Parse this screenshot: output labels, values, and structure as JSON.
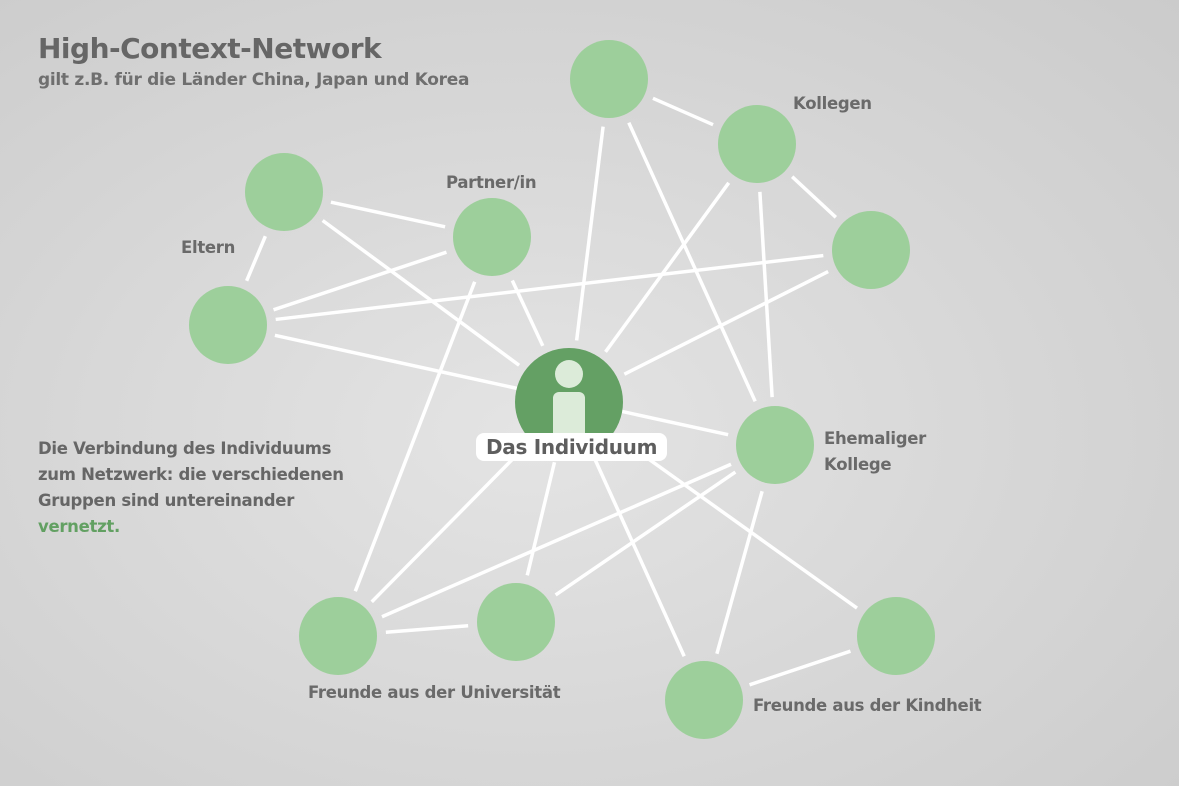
{
  "header": {
    "title": "High-Context-Network",
    "subtitle": "gilt z.B. für die Länder China, Japan und Korea"
  },
  "description": {
    "text": "Die Verbindung des Individuums zum Netzwerk: die verschiedenen Gruppen sind untereinander",
    "highlight": "vernetzt."
  },
  "center": {
    "label": "Das Individuum",
    "icon": "person-icon"
  },
  "labels": {
    "kollegen": "Kollegen",
    "partner": "Partner/in",
    "eltern": "Eltern",
    "ehemaliger_1": "Ehemaliger",
    "ehemaliger_2": "Kollege",
    "uni": "Freunde aus der Universität",
    "kindheit": "Freunde aus der Kindheit"
  },
  "colors": {
    "node": "#9dcf9b",
    "center": "#64a064",
    "person": "#dcebd9",
    "edge": "#ffffff",
    "highlight": "#62a062"
  },
  "edges": [
    [
      "A",
      "B"
    ],
    [
      "A",
      "X"
    ],
    [
      "A",
      "G"
    ],
    [
      "B",
      "C"
    ],
    [
      "B",
      "X"
    ],
    [
      "B",
      "G"
    ],
    [
      "C",
      "X"
    ],
    [
      "C",
      "F"
    ],
    [
      "D",
      "E"
    ],
    [
      "D",
      "X"
    ],
    [
      "D",
      "F"
    ],
    [
      "E",
      "F"
    ],
    [
      "E",
      "X"
    ],
    [
      "E",
      "H"
    ],
    [
      "F",
      "G"
    ],
    [
      "G",
      "H"
    ],
    [
      "G",
      "I"
    ],
    [
      "G",
      "J"
    ],
    [
      "X",
      "H"
    ],
    [
      "X",
      "I"
    ],
    [
      "X",
      "J"
    ],
    [
      "X",
      "K"
    ],
    [
      "H",
      "I"
    ],
    [
      "J",
      "K"
    ]
  ]
}
